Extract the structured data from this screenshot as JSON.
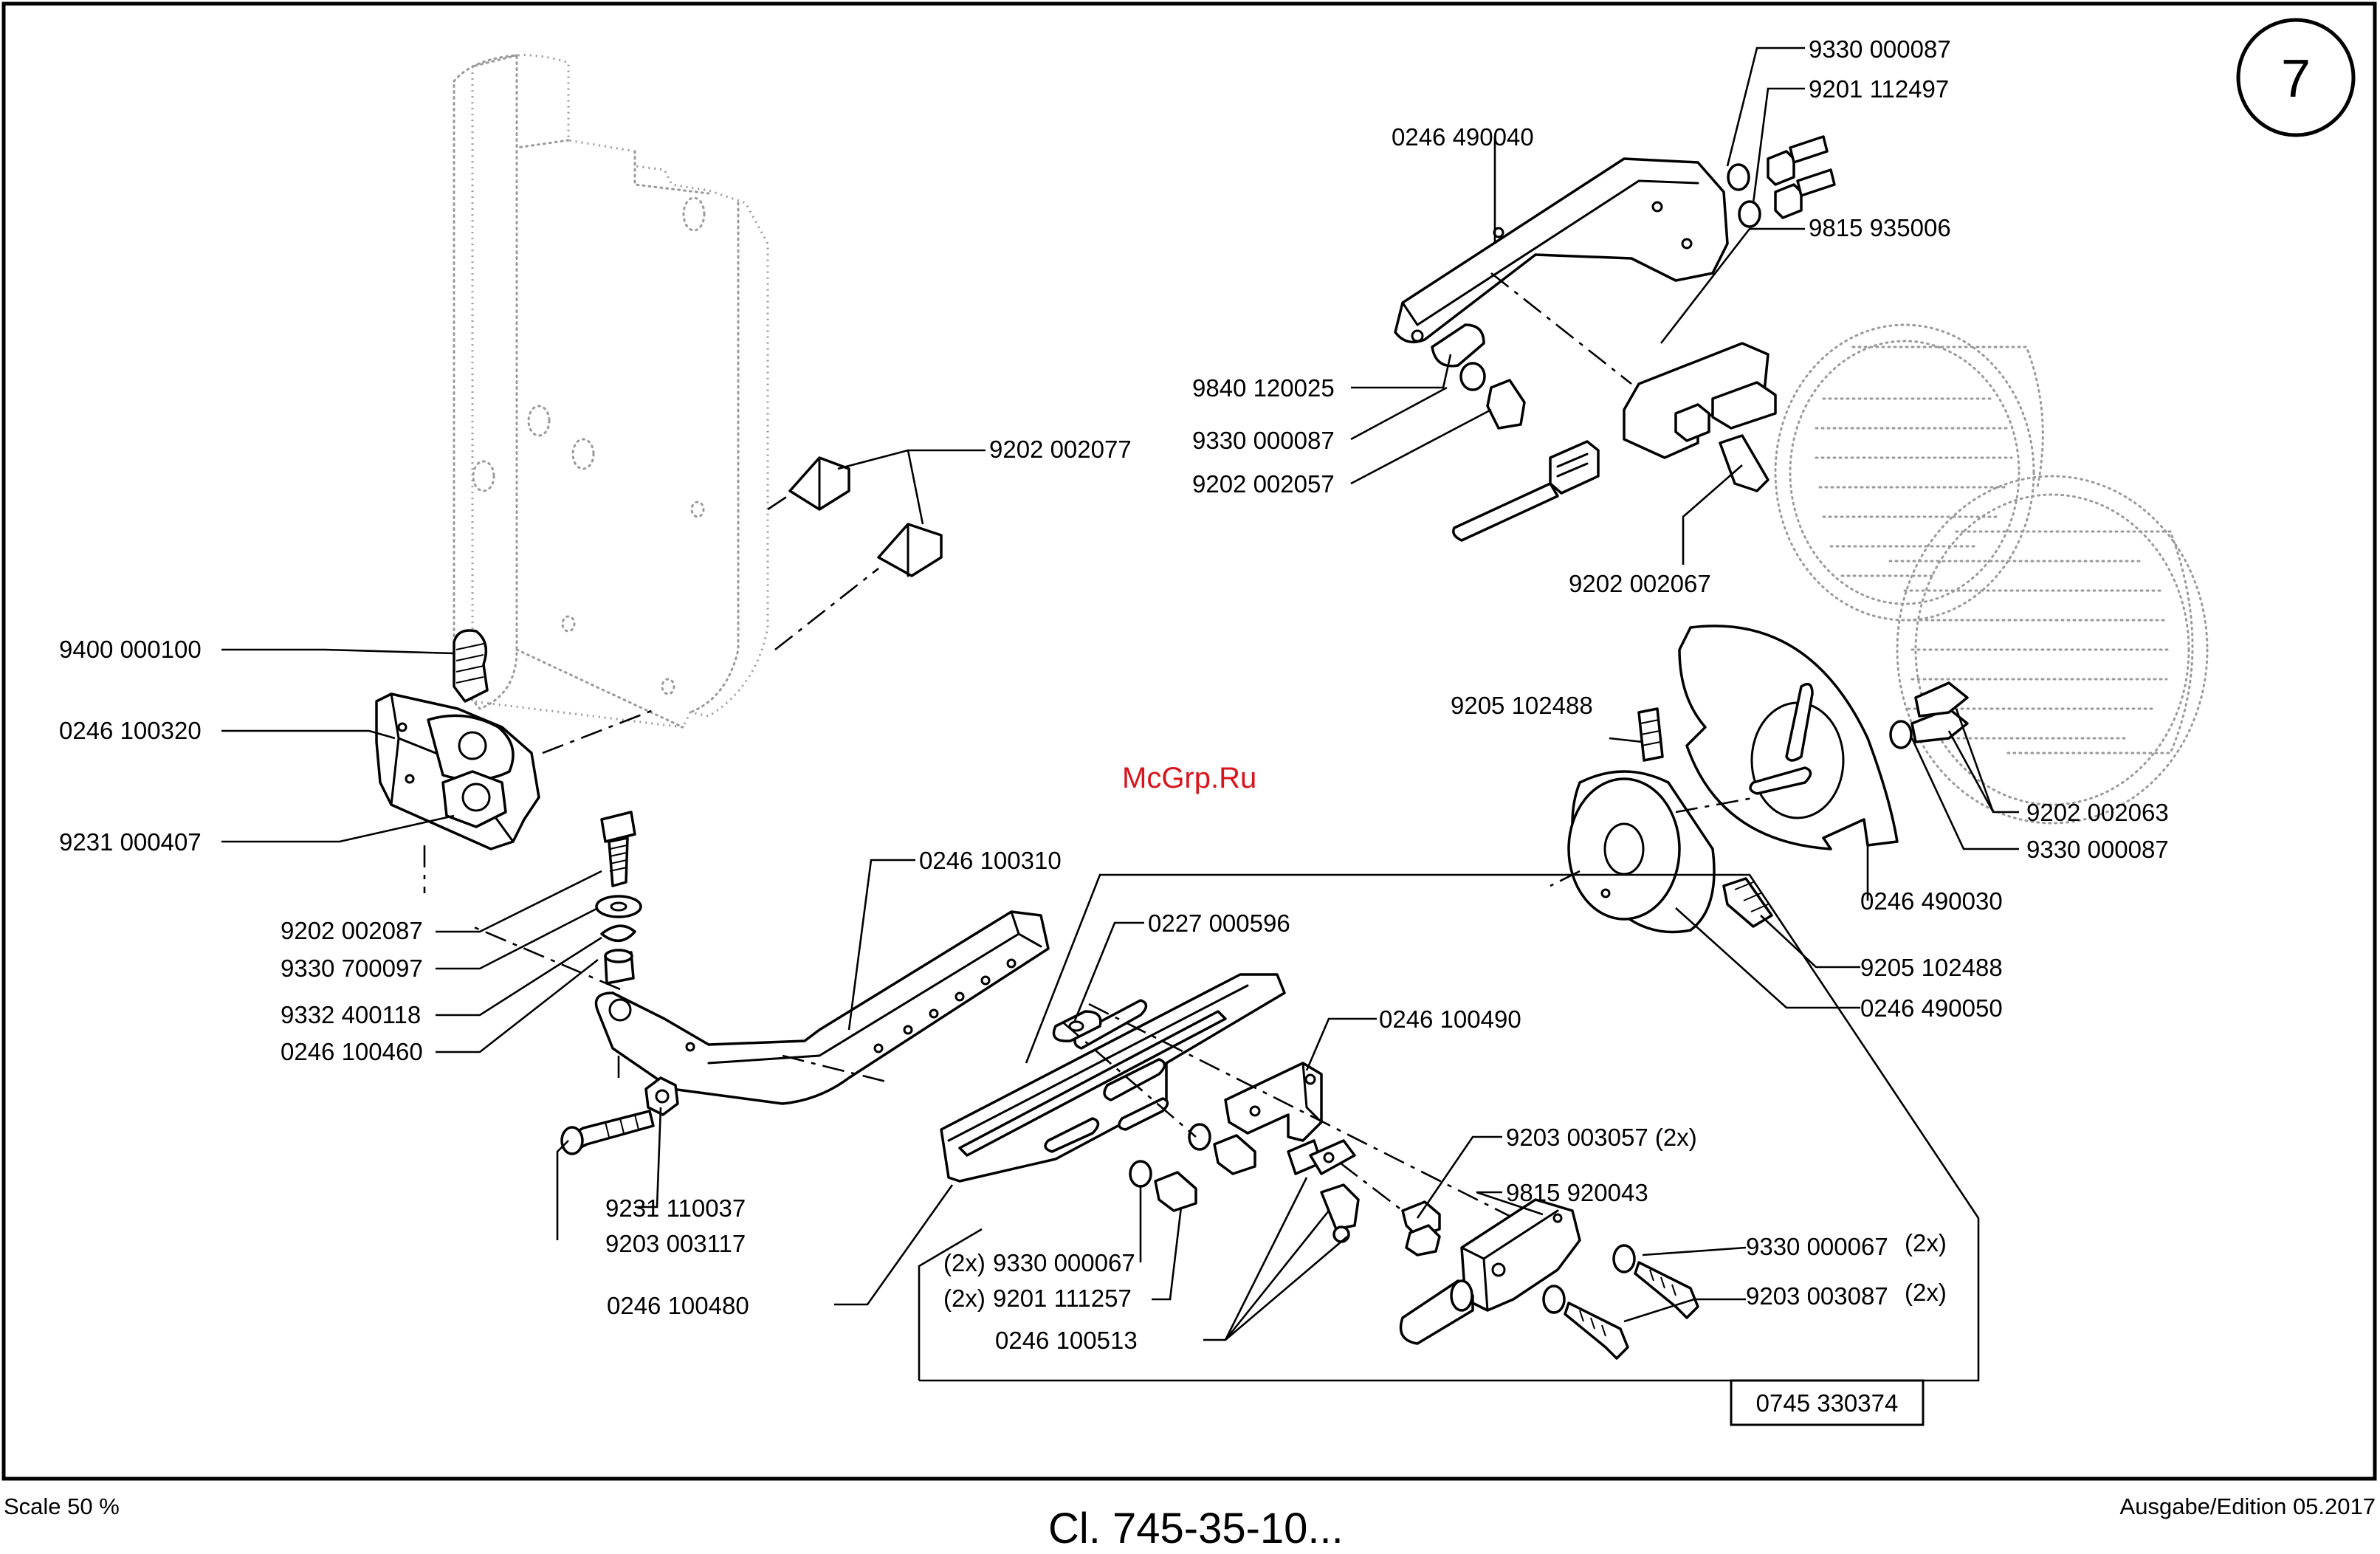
{
  "page_number": "7",
  "watermark": "McGrp.Ru",
  "footer": {
    "scale": "Scale 50 %",
    "title": "Cl. 745-35-10...",
    "edition": "Ausgabe/Edition 05.2017"
  },
  "assembly_number": "0745 330374",
  "part_labels": [
    "9330 000087",
    "9201 112497",
    "0246 490040",
    "9815 935006",
    "9840 120025",
    "9330 000087",
    "9202 002057",
    "9202 002067",
    "9202 002077",
    "9400 000100",
    "0246 100320",
    "9231 000407",
    "9205 102488",
    "9202 002063",
    "9330 000087",
    "0246 490030",
    "9205 102488",
    "0246 490050",
    "0246 100310",
    "0227 000596",
    "0246 100490",
    "9203 003057 (2x)",
    "9815 920043",
    "9330 000067",
    "(2x)",
    "9203 003087",
    "(2x)",
    "9202 002087",
    "9330 700097",
    "9332 400118",
    "0246 100460",
    "9231 110037",
    "9203 003117",
    "(2x)",
    "9330 000067",
    "(2x)",
    "9201 111257",
    "0246 100513",
    "0246 100480"
  ]
}
